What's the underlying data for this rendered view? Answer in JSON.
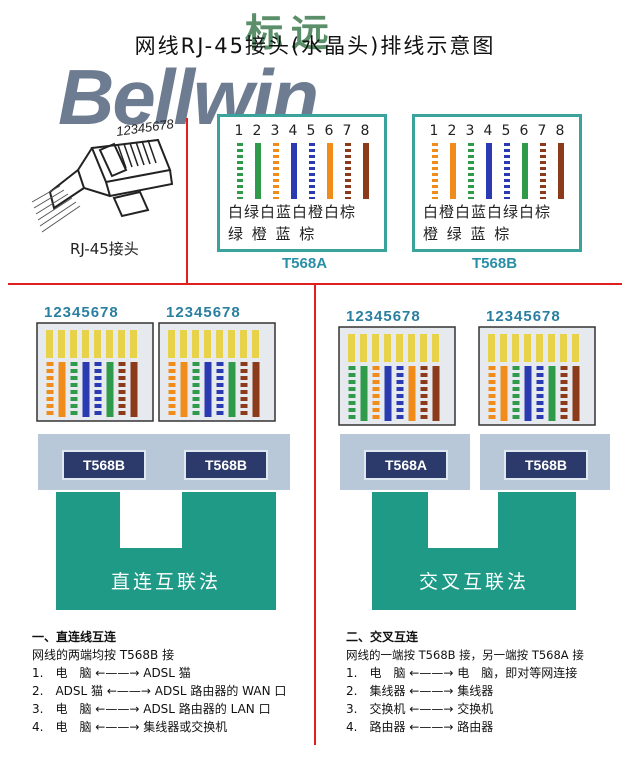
{
  "title": "网线RJ-45接头(水晶头)排线示意图",
  "brand": {
    "cn": "标远",
    "en": "Bellwin"
  },
  "plug": {
    "pin_numbers": "12345678",
    "label": "RJ-45接头"
  },
  "pin_numbers": [
    "1",
    "2",
    "3",
    "4",
    "5",
    "6",
    "7",
    "8"
  ],
  "t568a": {
    "name": "T568A",
    "row1": "白绿白蓝白橙白棕",
    "row2": "绿  橙  蓝  棕"
  },
  "t568b": {
    "name": "T568B",
    "row1": "白橙白蓝白绿白棕",
    "row2": "橙  绿  蓝  棕"
  },
  "connector_numbers": "12345678",
  "straight": {
    "label_left": "T568B",
    "label_right": "T568B",
    "method": "直连互联法",
    "heading": "一、直连线互连",
    "subtitle": "网线的两端均按 T568B 接",
    "items": [
      {
        "num": "1.",
        "a": "电　脑",
        "b": "ADSL 猫"
      },
      {
        "num": "2.",
        "a": "ADSL 猫",
        "b": "ADSL 路由器的 WAN 口"
      },
      {
        "num": "3.",
        "a": "电　脑",
        "b": "ADSL 路由器的 LAN 口"
      },
      {
        "num": "4.",
        "a": "电　脑",
        "b": "集线器或交换机"
      }
    ]
  },
  "cross": {
    "label_left": "T568A",
    "label_right": "T568B",
    "method": "交叉互联法",
    "heading": "二、交叉互连",
    "subtitle": "网线的一端按 T568B 接，另一端按 T568A 接",
    "items": [
      {
        "num": "1.",
        "a": "电　脑",
        "b": "电　脑，即对等网连接"
      },
      {
        "num": "2.",
        "a": "集线器",
        "b": "集线器"
      },
      {
        "num": "3.",
        "a": "交换机",
        "b": "交换机"
      },
      {
        "num": "4.",
        "a": "路由器",
        "b": "路由器"
      }
    ]
  },
  "colors": {
    "accent": "#1e9a86",
    "frame": "#3aa39b",
    "divider": "#e02020",
    "badge": "#2b3a6b"
  }
}
